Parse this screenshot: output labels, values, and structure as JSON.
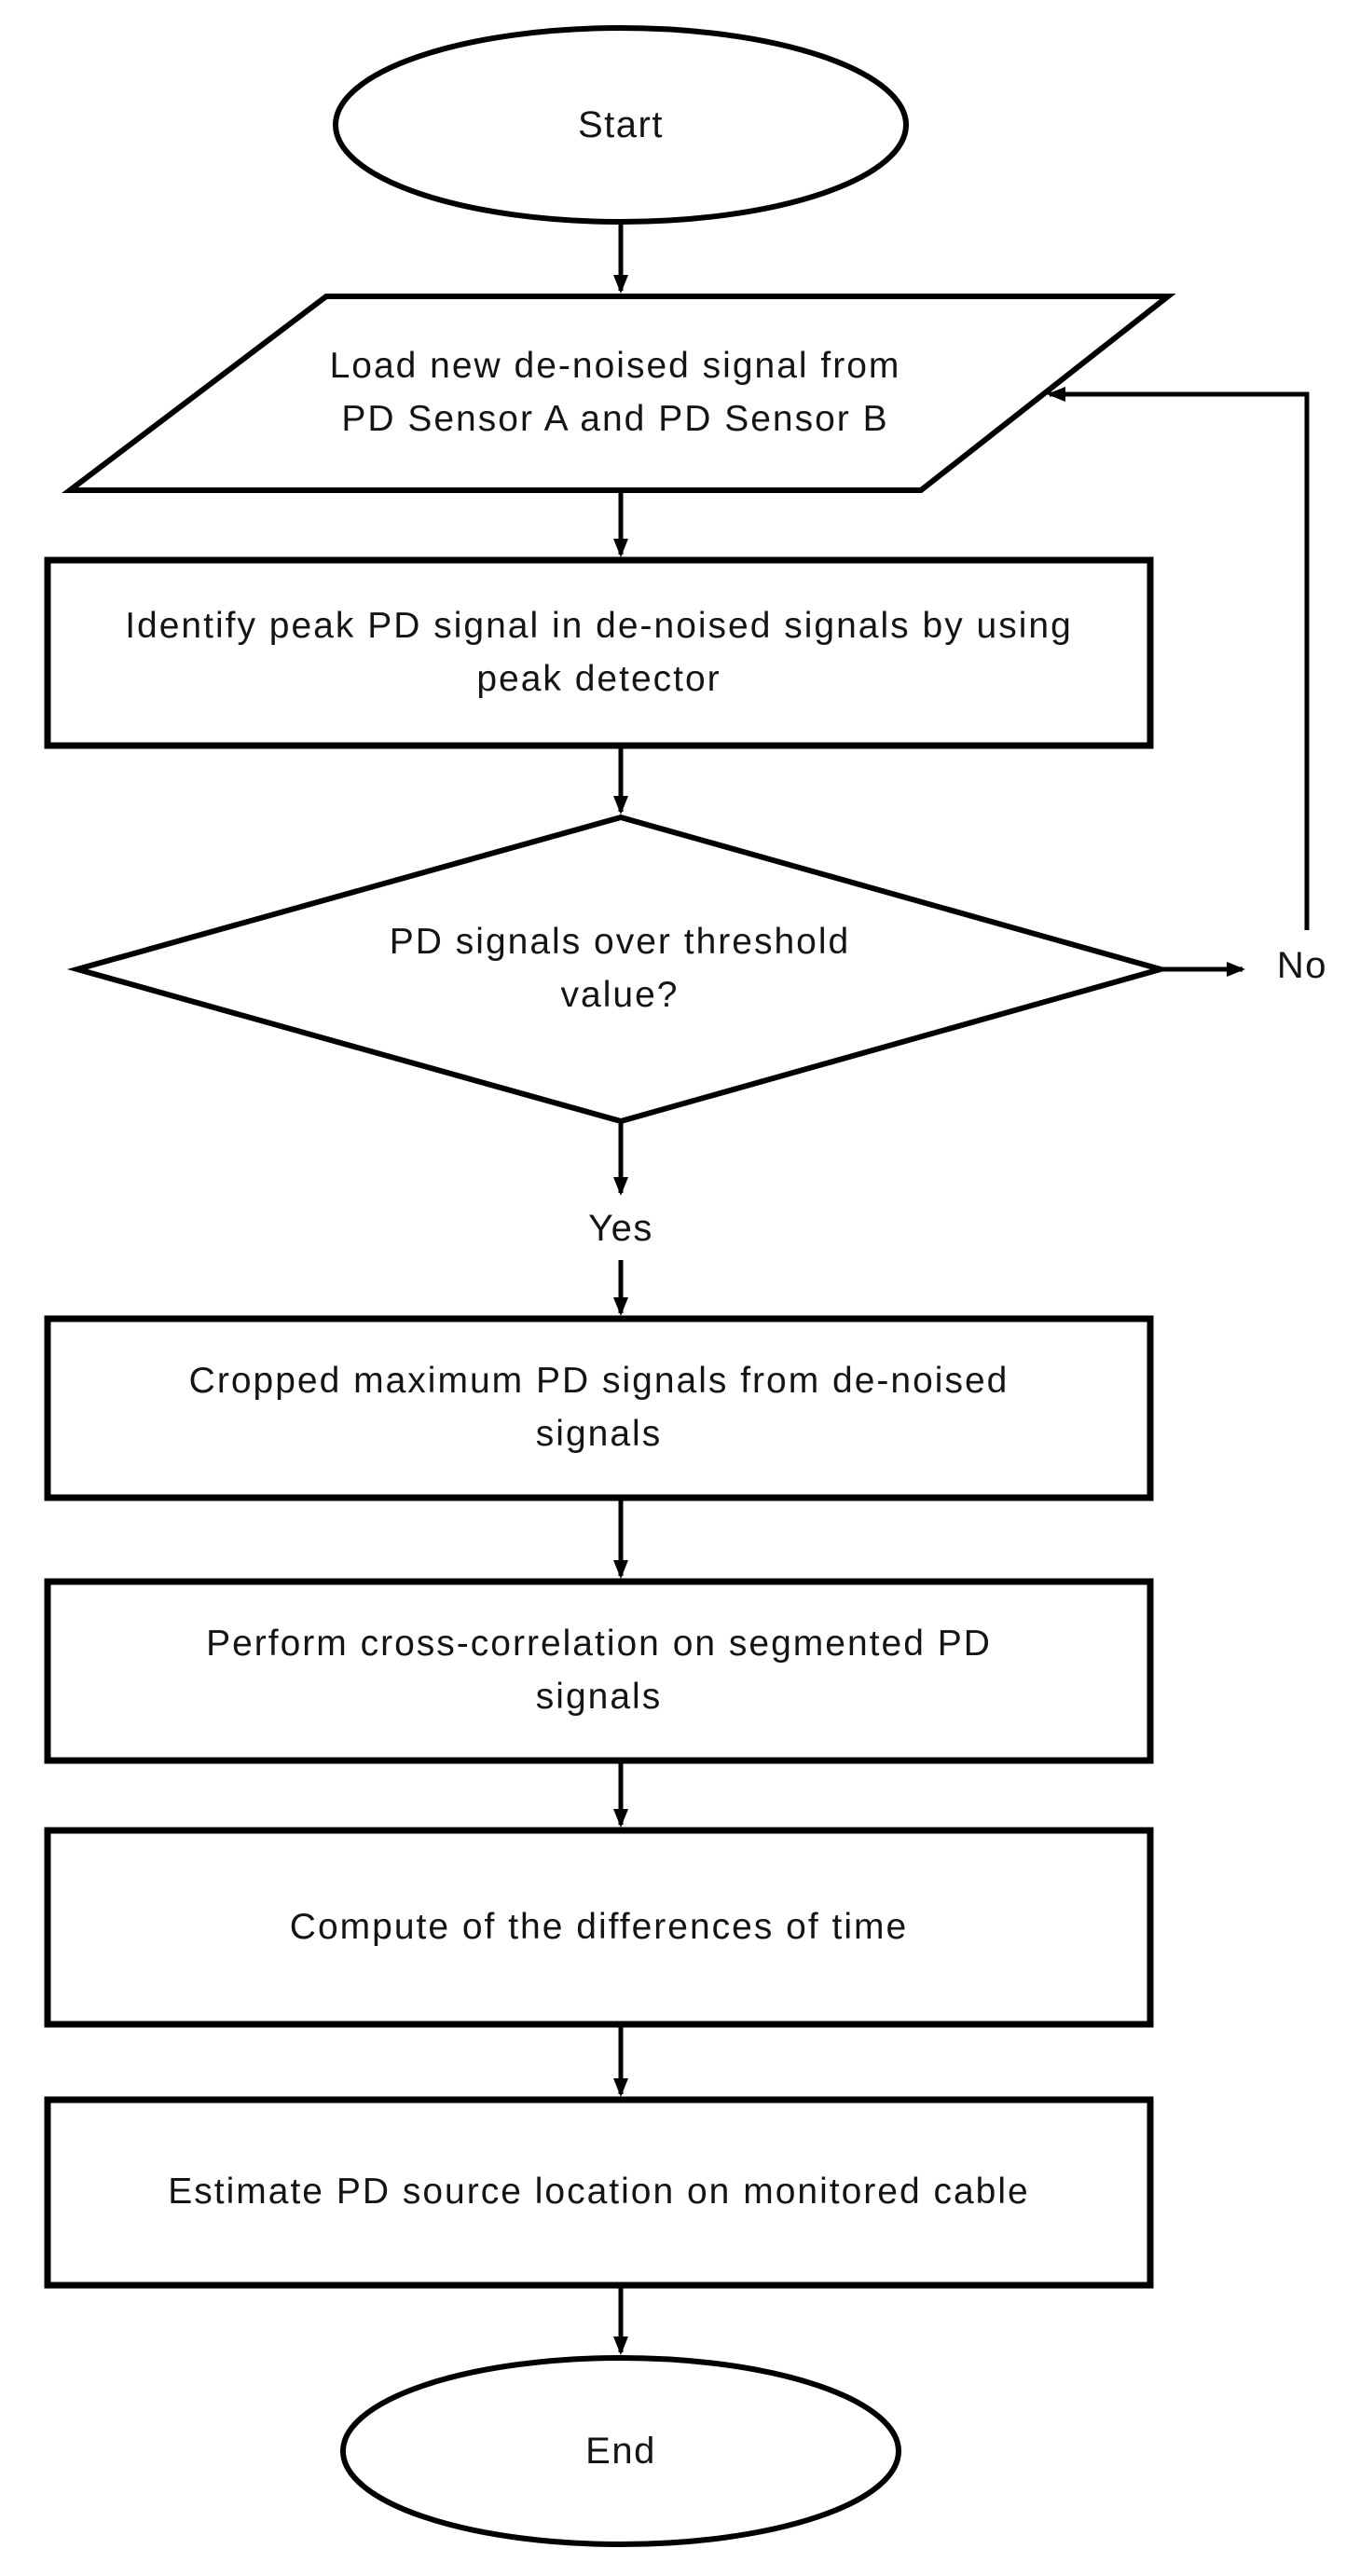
{
  "colors": {
    "background": "#ffffff",
    "line": "#000000",
    "text": "#141414"
  },
  "nodes": {
    "start": {
      "shape": "ellipse",
      "lines": [
        "Start"
      ]
    },
    "load": {
      "shape": "parallelogram",
      "lines": [
        "Load new de-noised signal from",
        "PD Sensor A and PD Sensor B"
      ]
    },
    "identify": {
      "shape": "rectangle",
      "lines": [
        "Identify peak PD signal in de-noised signals by using",
        "peak detector"
      ]
    },
    "threshold": {
      "shape": "diamond",
      "lines": [
        "PD signals over threshold",
        "value?"
      ]
    },
    "cropped": {
      "shape": "rectangle",
      "lines": [
        "Cropped maximum PD signals from de-noised",
        "signals"
      ]
    },
    "perform": {
      "shape": "rectangle",
      "lines": [
        "Perform cross-correlation on segmented PD",
        "signals"
      ]
    },
    "compute": {
      "shape": "rectangle",
      "lines": [
        "Compute of the differences of time"
      ]
    },
    "estimate": {
      "shape": "rectangle",
      "lines": [
        "Estimate PD source location on monitored cable"
      ]
    },
    "end": {
      "shape": "ellipse",
      "lines": [
        "End"
      ]
    }
  },
  "edge_labels": {
    "yes": "Yes",
    "no": "No"
  }
}
